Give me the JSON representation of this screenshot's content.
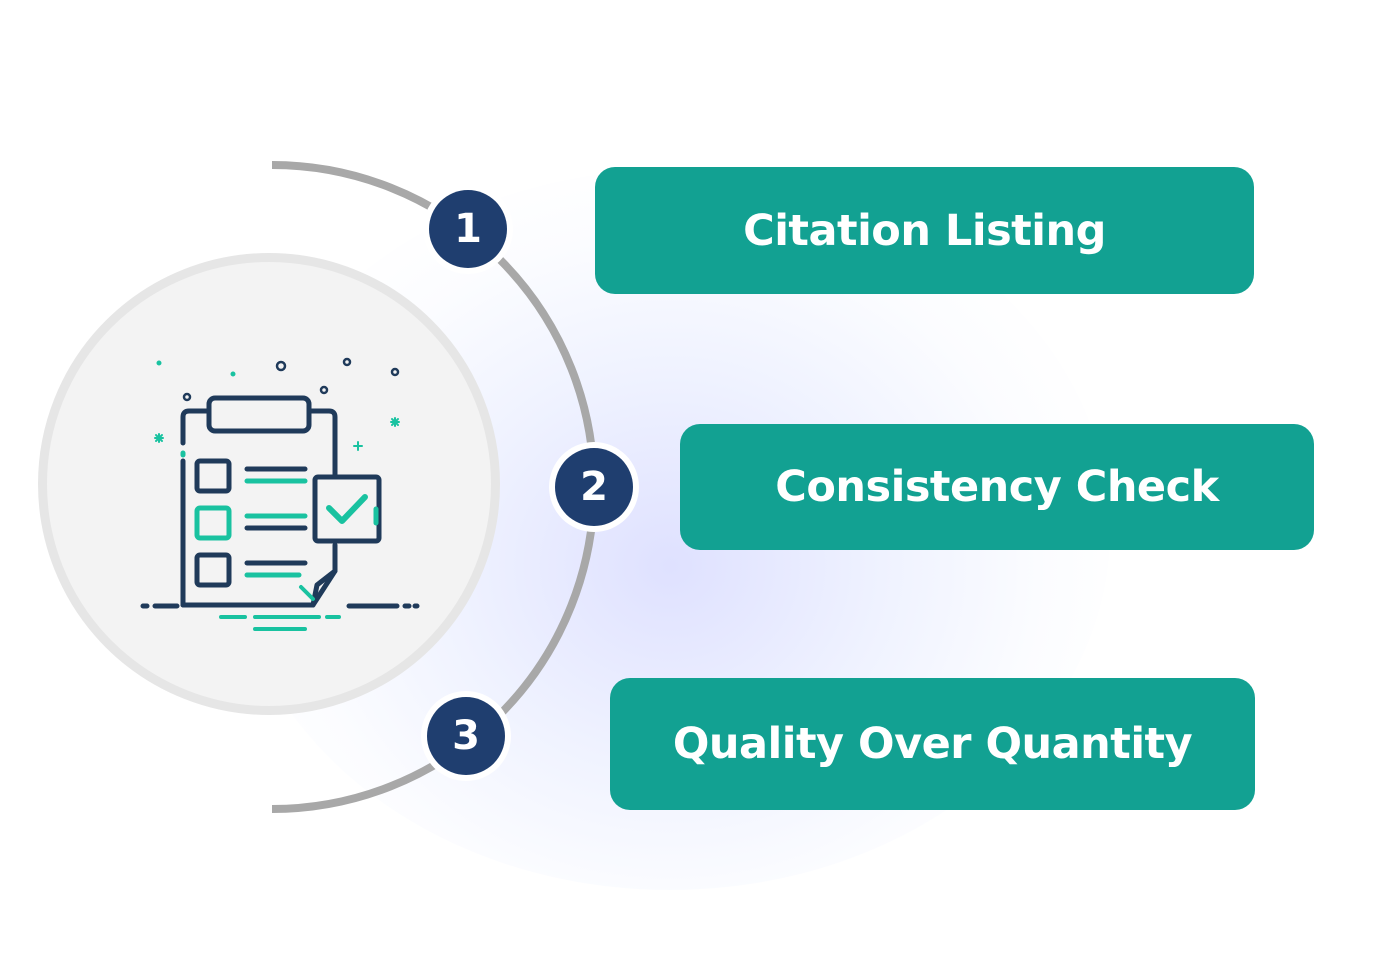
{
  "colors": {
    "teal": "#12a192",
    "navy": "#1f3e6f",
    "arc_gray": "#a8a8a8",
    "icon_dark": "#1f3a5a",
    "icon_accent": "#19c2a0"
  },
  "icon": "clipboard-checklist-icon",
  "steps": [
    {
      "number": "1",
      "label": "Citation Listing"
    },
    {
      "number": "2",
      "label": "Consistency Check"
    },
    {
      "number": "3",
      "label": "Quality Over Quantity"
    }
  ]
}
